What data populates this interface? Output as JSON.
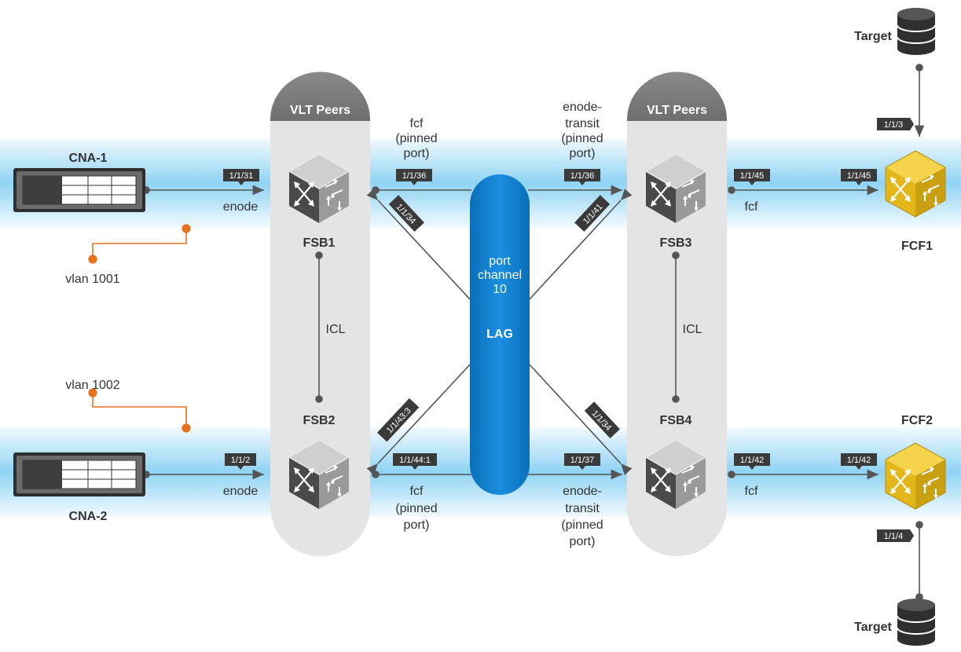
{
  "colors": {
    "band": "#8fd3f3",
    "band_edge": "#e6f5fc",
    "vlt_capsule": "#e4e4e4",
    "vlt_header": "#7d7d7d",
    "lag": "#0b7fd1",
    "port_tag": "#3a3a3a",
    "vlan_line": "#e8731f",
    "fcf_switch": "#e2b51e",
    "fsb_switch": "#8a8a8a",
    "link": "#555555"
  },
  "vlt_left": {
    "header": "VLT Peers",
    "icl": "ICL"
  },
  "vlt_right": {
    "header": "VLT Peers",
    "icl": "ICL"
  },
  "lag": {
    "line1": "port",
    "line2": "channel",
    "line3": "10",
    "label": "LAG"
  },
  "devices": {
    "cna1": {
      "label": "CNA-1",
      "icon": "server-chassis-icon"
    },
    "cna2": {
      "label": "CNA-2",
      "icon": "server-chassis-icon"
    },
    "fsb1": {
      "label": "FSB1",
      "icon": "switch-cube-icon"
    },
    "fsb2": {
      "label": "FSB2",
      "icon": "switch-cube-icon"
    },
    "fsb3": {
      "label": "FSB3",
      "icon": "switch-cube-icon"
    },
    "fsb4": {
      "label": "FSB4",
      "icon": "switch-cube-icon"
    },
    "fcf1": {
      "label": "FCF1",
      "icon": "fcf-switch-icon"
    },
    "fcf2": {
      "label": "FCF2",
      "icon": "fcf-switch-icon"
    },
    "target_top": {
      "label": "Target",
      "icon": "storage-cylinder-icon"
    },
    "target_bottom": {
      "label": "Target",
      "icon": "storage-cylinder-icon"
    }
  },
  "vlans": {
    "top": "vlan 1001",
    "bottom": "vlan 1002"
  },
  "ports": {
    "cna1_fsb1": "1/1/31",
    "cna2_fsb2": "1/1/2",
    "fsb1_lag": "1/1/36",
    "fsb1_cross": "1/1/34",
    "fsb2_lag": "1/1/44:1",
    "fsb2_cross": "1/1/43:3",
    "fsb3_lag": "1/1/36",
    "fsb3_cross": "1/1/41",
    "fsb4_lag": "1/1/37",
    "fsb4_cross": "1/1/34",
    "fsb3_out": "1/1/45",
    "fcf1_in": "1/1/45",
    "fsb4_out": "1/1/42",
    "fcf2_in": "1/1/42",
    "fcf1_target": "1/1/3",
    "fcf2_target": "1/1/4"
  },
  "link_labels": {
    "enode_top": "enode",
    "enode_bottom": "enode",
    "fcf_top_right": "fcf",
    "fcf_bottom_right": "fcf",
    "pinned_fcf_top": [
      "fcf",
      "(pinned",
      "port)"
    ],
    "pinned_fcf_bottom": [
      "fcf",
      "(pinned",
      "port)"
    ],
    "pinned_enode_top": [
      "enode-",
      "transit",
      "(pinned",
      "port)"
    ],
    "pinned_enode_bottom": [
      "enode-",
      "transit",
      "(pinned",
      "port)"
    ]
  }
}
